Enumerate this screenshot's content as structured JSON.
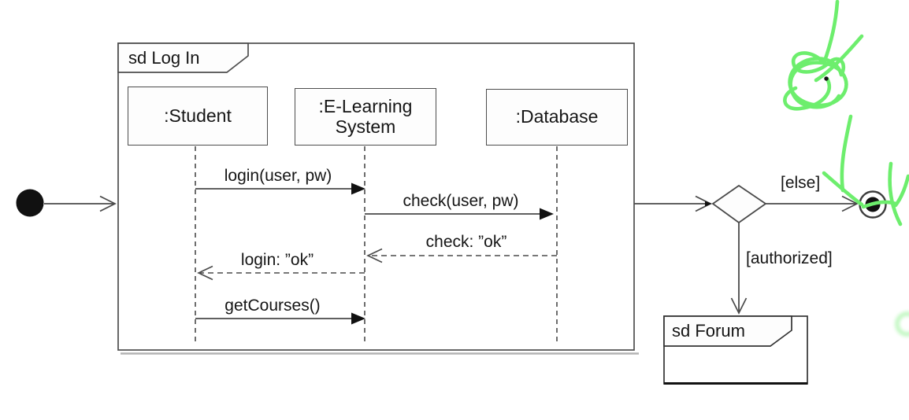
{
  "diagram": {
    "login_frame": {
      "title": "sd Log In"
    },
    "lifelines": [
      {
        "name": ":Student"
      },
      {
        "name": ":E-Learning System"
      },
      {
        "name": ":Database"
      }
    ],
    "messages": [
      {
        "label": "login(user, pw)",
        "type": "sync",
        "from": ":Student",
        "to": ":E-Learning System"
      },
      {
        "label": "check(user, pw)",
        "type": "sync",
        "from": ":E-Learning System",
        "to": ":Database"
      },
      {
        "label": "check: ”ok”",
        "type": "return",
        "from": ":Database",
        "to": ":E-Learning System"
      },
      {
        "label": "login: ”ok”",
        "type": "return",
        "from": ":E-Learning System",
        "to": ":Student"
      },
      {
        "label": "getCourses()",
        "type": "sync",
        "from": ":Student",
        "to": ":E-Learning System"
      }
    ],
    "guards": [
      {
        "label": "[else]"
      },
      {
        "label": "[authorized]"
      }
    ],
    "forum_frame": {
      "title": "sd Forum"
    },
    "nodes": {
      "initial": "initial-node",
      "decision": "decision-diamond",
      "final": "activity-final-node"
    },
    "colors": {
      "line": "#4a4a4a",
      "annotation_green": "#6dee6d"
    }
  }
}
